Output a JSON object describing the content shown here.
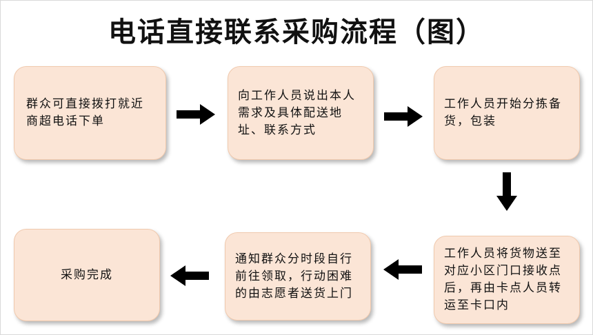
{
  "title": "电话直接联系采购流程（图）",
  "steps": [
    {
      "text": "群众可直接拨打就近商超电话下单"
    },
    {
      "text": "向工作人员说出本人需求及具体配送地址、联系方式"
    },
    {
      "text": "工作人员开始分拣备货，包装"
    },
    {
      "text": "工作人员将货物送至对应小区门口接收点后，再由卡点人员转运至卡口内"
    },
    {
      "text": "通知群众分时段自行前往领取，行动困难的由志愿者送货上门"
    },
    {
      "text": "采购完成"
    }
  ],
  "colors": {
    "box_fill": "#fbe5d6",
    "box_border": "#f0c9ad",
    "arrow": "#000000",
    "text": "#111111"
  }
}
